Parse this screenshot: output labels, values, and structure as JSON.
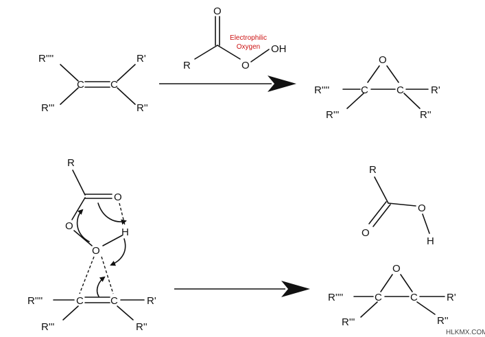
{
  "labels": {
    "r1": "R'",
    "r2": "R''",
    "r3": "R'''",
    "r4": "R''''",
    "carbon": "C",
    "oxygen": "O",
    "hydrogen": "H",
    "r": "R",
    "oh": "OH"
  },
  "annotation": {
    "line1": "Electrophilic",
    "line2": "Oxygen"
  },
  "watermark": "HLKMX.COM"
}
